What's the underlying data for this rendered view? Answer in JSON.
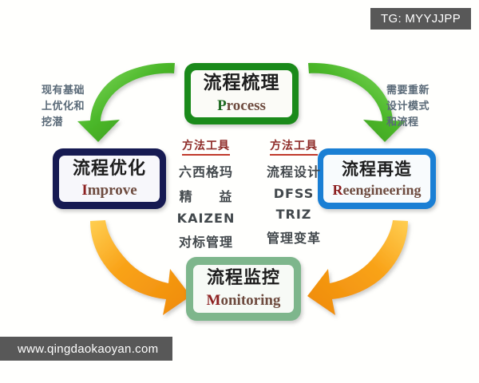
{
  "watermarks": {
    "top_right": "TG: MYYJJPP",
    "bottom_left": "www.qingdaokaoyan.com"
  },
  "colors": {
    "process_green": "#1a8a1a",
    "improve_navy": "#161a52",
    "reengineering_blue": "#1a7fd4",
    "monitoring_green": "#7eb68c",
    "arrow_green": "#4cb82a",
    "arrow_orange": "#f59b16",
    "tools_title_red": "#8e2b28",
    "note_text": "#5a6a78",
    "background": "#fffffd"
  },
  "nodes": {
    "process": {
      "cn": "流程梳理",
      "en_cap": "P",
      "en_rest": "rocess"
    },
    "improve": {
      "cn": "流程优化",
      "en_cap": "I",
      "en_rest": "mprove"
    },
    "reengineering": {
      "cn": "流程再造",
      "en_cap": "R",
      "en_rest": "eengineering"
    },
    "monitoring": {
      "cn": "流程监控",
      "en_cap": "M",
      "en_rest": "onitoring"
    }
  },
  "tools_left": {
    "title": "方法工具",
    "items": [
      "六西格玛",
      "精     益",
      "KAIZEN",
      "对标管理"
    ]
  },
  "tools_right": {
    "title": "方法工具",
    "items": [
      "流程设计",
      "DFSS",
      "TRIZ",
      "管理变革"
    ]
  },
  "notes": {
    "left": "现有基础上优化和挖潜",
    "left_lines": [
      "现有基础",
      "上优化和",
      "挖潜"
    ],
    "right": "需要重新设计模式和流程",
    "right_lines": [
      "需要重新",
      "设计模式",
      "和流程"
    ]
  },
  "arrows": [
    {
      "name": "arrow-process-to-improve",
      "color": "#4cb82a",
      "direction": "down-left"
    },
    {
      "name": "arrow-process-to-reengineering",
      "color": "#4cb82a",
      "direction": "down-right"
    },
    {
      "name": "arrow-improve-to-monitoring",
      "color": "#f59b16",
      "direction": "down-right"
    },
    {
      "name": "arrow-reengineering-to-monitoring",
      "color": "#f59b16",
      "direction": "down-left"
    }
  ]
}
